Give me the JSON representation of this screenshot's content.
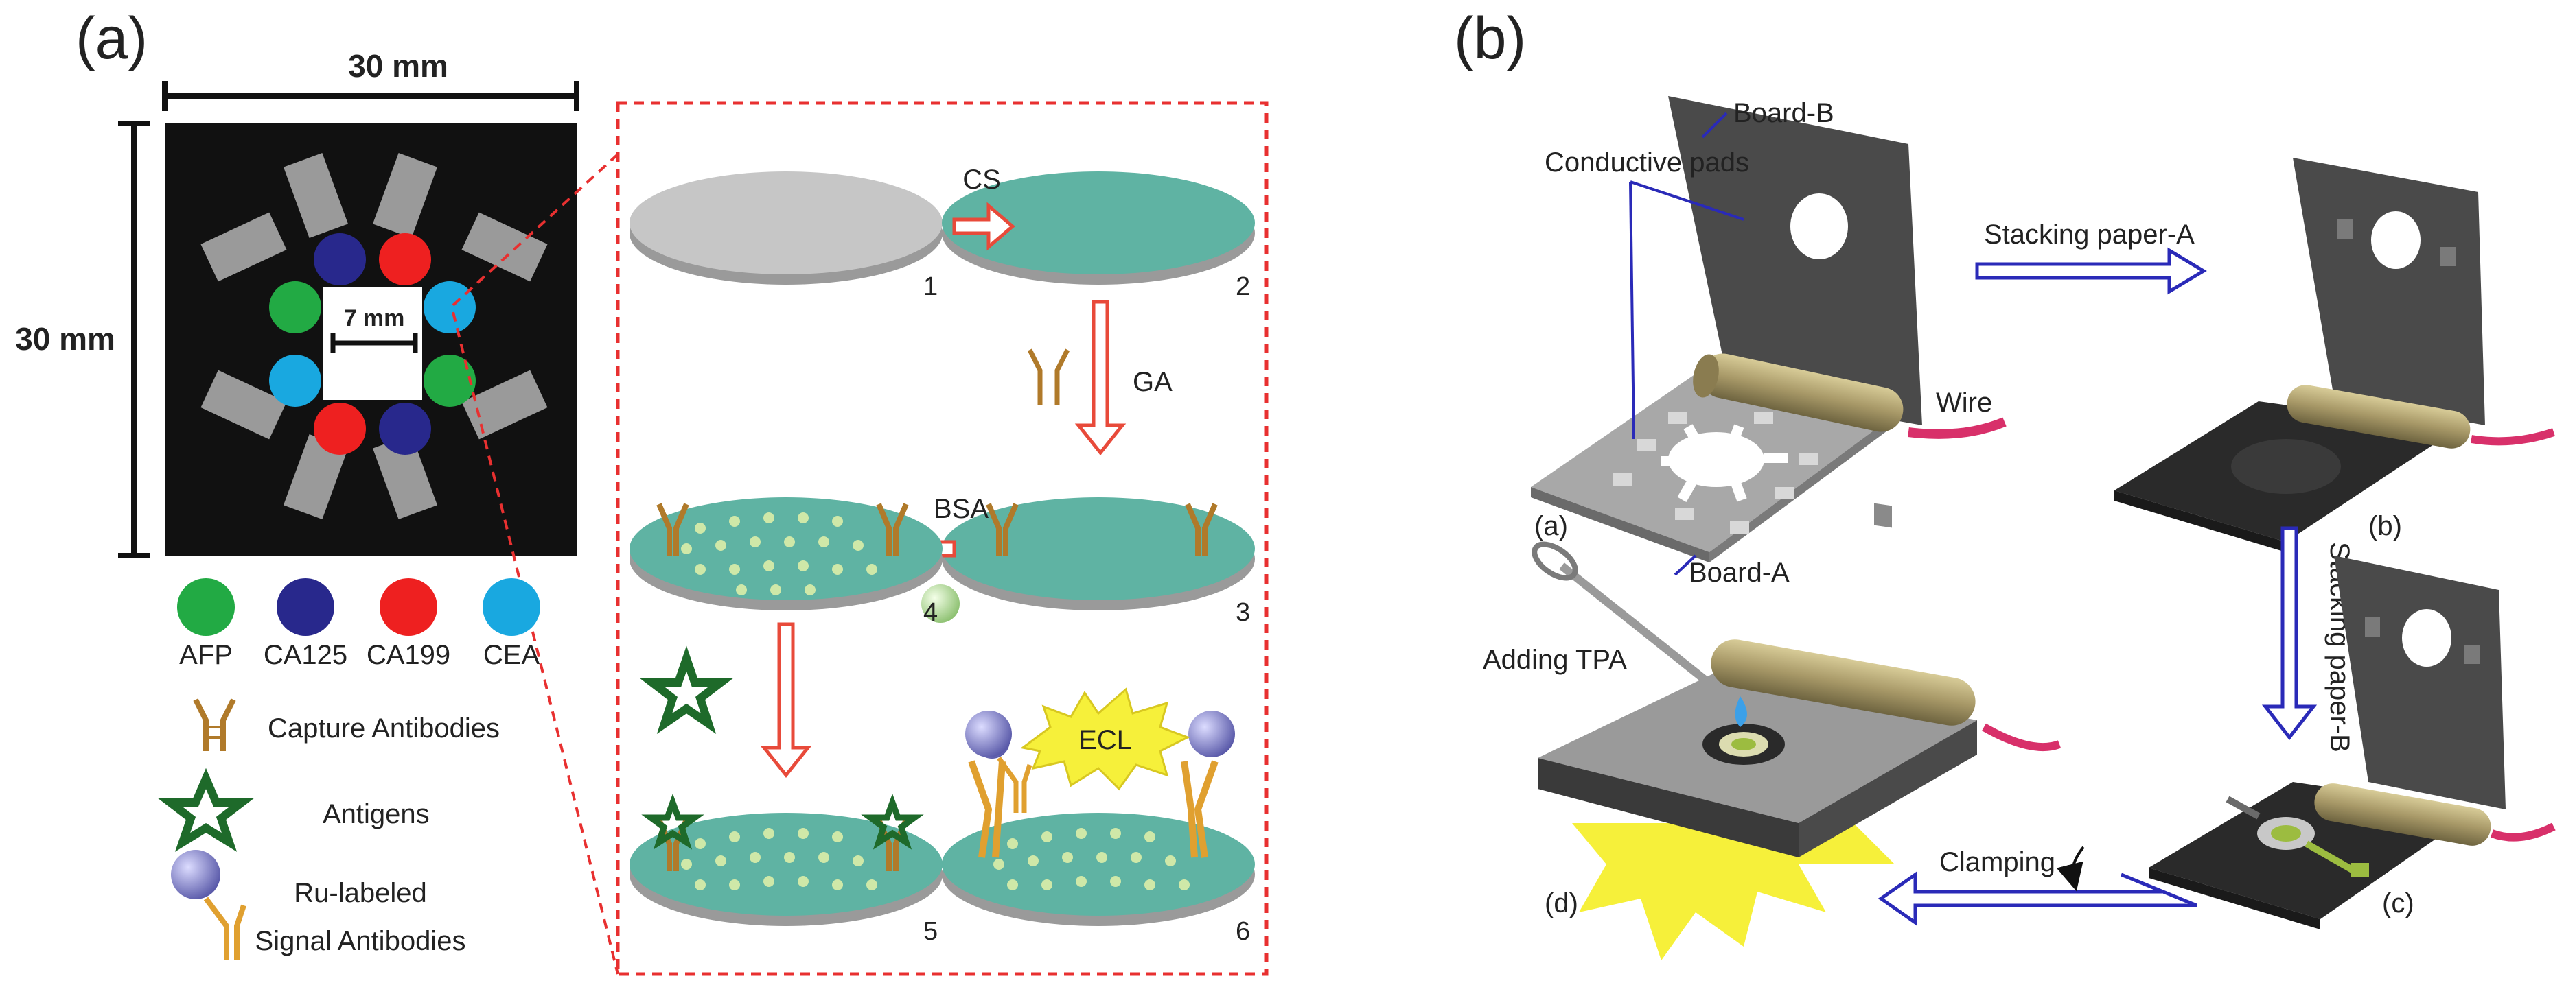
{
  "panel_a": {
    "label": "(a)",
    "width_label": "30 mm",
    "height_label": "30 mm",
    "gap_label": "7 mm",
    "legend": [
      {
        "name": "AFP",
        "color": "#22aa44"
      },
      {
        "name": "CA125",
        "color": "#28288c"
      },
      {
        "name": "CA199",
        "color": "#ee2020"
      },
      {
        "name": "CEA",
        "color": "#19a8e0"
      }
    ],
    "key_items": [
      "Capture Antibodies",
      "Antigens",
      "Ru-labeled",
      "Signal Antibodies"
    ],
    "step_numbers": [
      "1",
      "2",
      "3",
      "4",
      "5",
      "6"
    ],
    "step_labels": {
      "cs": "CS",
      "ga": "GA",
      "bsa": "BSA"
    },
    "ecl": "ECL"
  },
  "panel_b": {
    "label": "(b)",
    "labels": {
      "board_b": "Board-B",
      "conductive_pads": "Conductive pads",
      "wire": "Wire",
      "board_a": "Board-A",
      "adding_tpa": "Adding TPA",
      "clamping": "Clamping",
      "stacking_a": "Stacking paper-A",
      "stacking_b": "Stacking paper-B"
    },
    "sub": [
      "(a)",
      "(b)",
      "(c)",
      "(d)"
    ]
  },
  "colors": {
    "teal": "#5fb3a3",
    "disc_grey": "#b8b8b8",
    "board": "#3a3a3a",
    "light_board": "#a8a8a8",
    "arrow_red": "#e84a3a",
    "arrow_blue": "#2a2ab8",
    "dashed_red": "#e83030",
    "hinge": "#a89968",
    "wire": "#d8306a"
  }
}
